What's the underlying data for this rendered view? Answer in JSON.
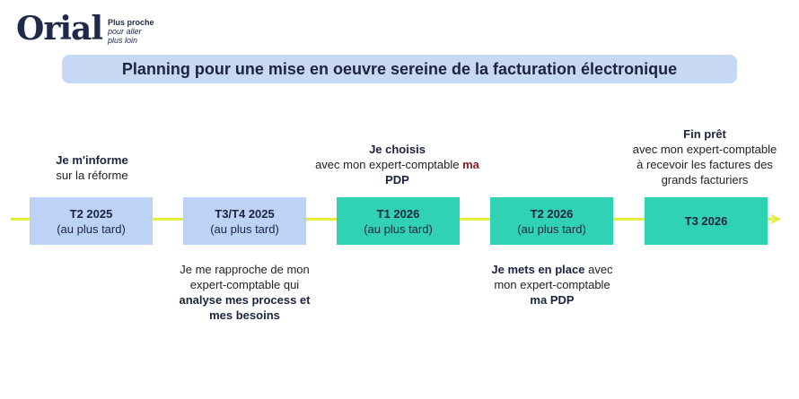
{
  "logo": {
    "word": "Orial",
    "tagline_1": "Plus proche",
    "tagline_2": "pour aller",
    "tagline_3": "plus loin"
  },
  "title": "Planning pour une mise en oeuvre sereine de la facturation électronique",
  "colors": {
    "axis": "#e5ec3a",
    "box_blue": "#bcd2f6",
    "box_teal": "#30d2b3",
    "title_bg": "#c7d8f5",
    "accent": "#8a1f2c"
  },
  "steps": [
    {
      "period": "T2 2025",
      "note": "(au plus tard)",
      "style": "blue"
    },
    {
      "period": "T3/T4 2025",
      "note": "(au plus tard)",
      "style": "blue"
    },
    {
      "period": "T1 2026",
      "note": "(au plus tard)",
      "style": "teal"
    },
    {
      "period": "T2 2026",
      "note": "(au plus tard)",
      "style": "teal"
    },
    {
      "period": "T3 2026",
      "note": "",
      "style": "teal"
    }
  ],
  "annotations": {
    "a1": {
      "strong": "Je m'informe",
      "line2": "sur la réforme"
    },
    "a2": {
      "line1": "Je me rapproche de mon",
      "line2": "expert-comptable qui",
      "strong1": "analyse mes process et",
      "strong2": "mes besoins"
    },
    "a3": {
      "strong": "Je choisis",
      "line2": "avec mon expert-comptable",
      "accent": "ma",
      "strong2": "PDP"
    },
    "a4": {
      "strong": "Je mets en place",
      "line1_rest": " avec",
      "line2": "mon expert-comptable",
      "strong2": "ma PDP"
    },
    "a5": {
      "strong": "Fin prêt",
      "line2": "avec mon expert-comptable",
      "line3": "à recevoir les factures des",
      "line4": "grands facturiers"
    }
  }
}
